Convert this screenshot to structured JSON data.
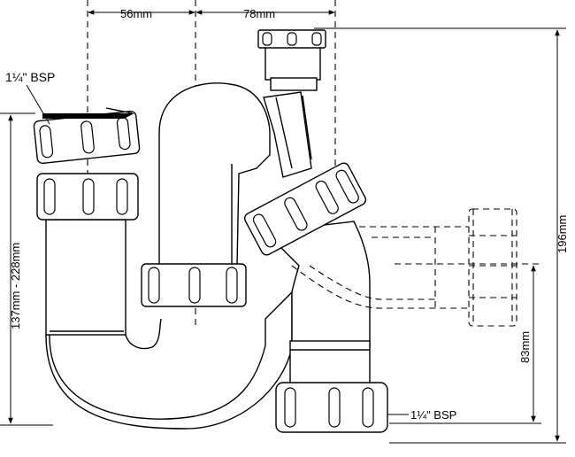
{
  "labels": {
    "inlet_size": "1¼\" BSP",
    "outlet_size": "1¼\" BSP",
    "dim_top_left": "56mm",
    "dim_top_right": "78mm",
    "dim_left_height": "137mm - 228mm",
    "dim_right_height": "196mm",
    "dim_outlet_height": "83mm"
  },
  "colors": {
    "line": "#000000",
    "background": "#ffffff"
  }
}
